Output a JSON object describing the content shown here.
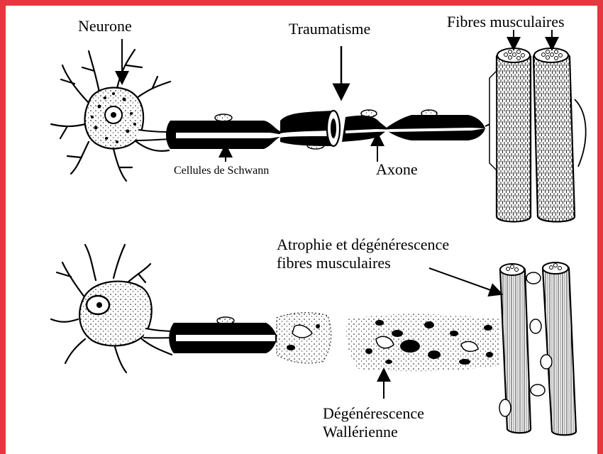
{
  "colors": {
    "frame": "#e4373f",
    "background": "#ffffff",
    "ink": "#000000"
  },
  "labels": {
    "neurone": "Neurone",
    "traumatisme": "Traumatisme",
    "fibres_musculaires": "Fibres musculaires",
    "cellules_schwann": "Cellules de Schwann",
    "axone": "Axone",
    "atrophie_line1": "Atrophie et dégénérescence",
    "atrophie_line2": "fibres musculaires",
    "degenerescence_line1": "Dégénérescence",
    "degenerescence_line2": "Wallérienne"
  }
}
